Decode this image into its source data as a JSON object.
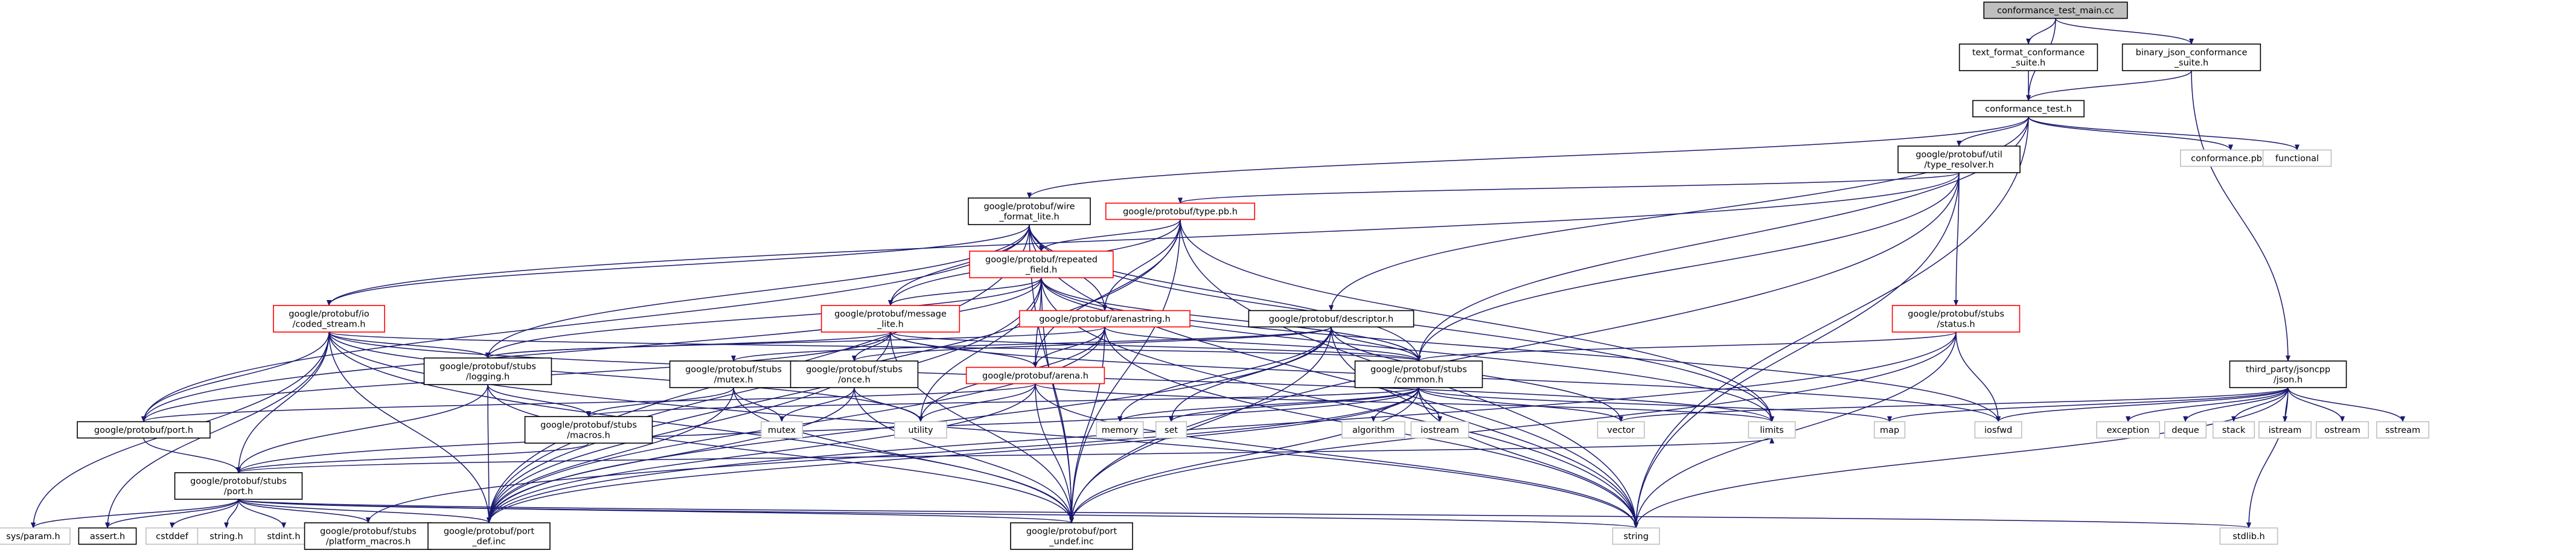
{
  "colors": {
    "edge": "#191970",
    "edge_light": "#a0a0a0",
    "box": "#000000",
    "box_red": "#ff0000",
    "box_light": "#bfbfbf",
    "root_fill": "#bfbfbf",
    "node_fill": "#ffffff"
  },
  "nodes": [
    {
      "id": "root",
      "lines": [
        "conformance_test_main.cc"
      ],
      "style": "root"
    },
    {
      "id": "textfmt",
      "lines": [
        "text_format_conformance",
        "_suite.h"
      ],
      "style": "normal"
    },
    {
      "id": "binjson",
      "lines": [
        "binary_json_conformance",
        "_suite.h"
      ],
      "style": "normal"
    },
    {
      "id": "conftest",
      "lines": [
        "conformance_test.h"
      ],
      "style": "normal"
    },
    {
      "id": "confpb",
      "lines": [
        "conformance.pb.h"
      ],
      "style": "light"
    },
    {
      "id": "functional",
      "lines": [
        "functional"
      ],
      "style": "light"
    },
    {
      "id": "typeres",
      "lines": [
        "google/protobuf/util",
        "/type_resolver.h"
      ],
      "style": "normal"
    },
    {
      "id": "wire",
      "lines": [
        "google/protobuf/wire",
        "_format_lite.h"
      ],
      "style": "normal"
    },
    {
      "id": "typepb",
      "lines": [
        "google/protobuf/type.pb.h"
      ],
      "style": "red"
    },
    {
      "id": "repeated",
      "lines": [
        "google/protobuf/repeated",
        "_field.h"
      ],
      "style": "red"
    },
    {
      "id": "coded",
      "lines": [
        "google/protobuf/io",
        "/coded_stream.h"
      ],
      "style": "red"
    },
    {
      "id": "msglite",
      "lines": [
        "google/protobuf/message",
        "_lite.h"
      ],
      "style": "red"
    },
    {
      "id": "arenastr",
      "lines": [
        "google/protobuf/arenastring.h"
      ],
      "style": "red"
    },
    {
      "id": "descriptor",
      "lines": [
        "google/protobuf/descriptor.h"
      ],
      "style": "normal"
    },
    {
      "id": "status",
      "lines": [
        "google/protobuf/stubs",
        "/status.h"
      ],
      "style": "red"
    },
    {
      "id": "jsoncpp",
      "lines": [
        "third_party/jsoncpp",
        "/json.h"
      ],
      "style": "normal"
    },
    {
      "id": "logging",
      "lines": [
        "google/protobuf/stubs",
        "/logging.h"
      ],
      "style": "normal"
    },
    {
      "id": "mutexh",
      "lines": [
        "google/protobuf/stubs",
        "/mutex.h"
      ],
      "style": "normal"
    },
    {
      "id": "onceh",
      "lines": [
        "google/protobuf/stubs",
        "/once.h"
      ],
      "style": "normal"
    },
    {
      "id": "arenah",
      "lines": [
        "google/protobuf/arena.h"
      ],
      "style": "red"
    },
    {
      "id": "common",
      "lines": [
        "google/protobuf/stubs",
        "/common.h"
      ],
      "style": "normal"
    },
    {
      "id": "portpb",
      "lines": [
        "google/protobuf/port.h"
      ],
      "style": "normal"
    },
    {
      "id": "macros",
      "lines": [
        "google/protobuf/stubs",
        "/macros.h"
      ],
      "style": "normal"
    },
    {
      "id": "mutex",
      "lines": [
        "mutex"
      ],
      "style": "light"
    },
    {
      "id": "utility",
      "lines": [
        "utility"
      ],
      "style": "light"
    },
    {
      "id": "memory",
      "lines": [
        "memory"
      ],
      "style": "light"
    },
    {
      "id": "set",
      "lines": [
        "set"
      ],
      "style": "light"
    },
    {
      "id": "algorithm",
      "lines": [
        "algorithm"
      ],
      "style": "light"
    },
    {
      "id": "iostream",
      "lines": [
        "iostream"
      ],
      "style": "light"
    },
    {
      "id": "vector",
      "lines": [
        "vector"
      ],
      "style": "light"
    },
    {
      "id": "limits",
      "lines": [
        "limits"
      ],
      "style": "light"
    },
    {
      "id": "map",
      "lines": [
        "map"
      ],
      "style": "light"
    },
    {
      "id": "iosfwd",
      "lines": [
        "iosfwd"
      ],
      "style": "light"
    },
    {
      "id": "exception",
      "lines": [
        "exception"
      ],
      "style": "light"
    },
    {
      "id": "deque",
      "lines": [
        "deque"
      ],
      "style": "light"
    },
    {
      "id": "stack",
      "lines": [
        "stack"
      ],
      "style": "light"
    },
    {
      "id": "istream",
      "lines": [
        "istream"
      ],
      "style": "light"
    },
    {
      "id": "ostream",
      "lines": [
        "ostream"
      ],
      "style": "light"
    },
    {
      "id": "sstream",
      "lines": [
        "sstream"
      ],
      "style": "light"
    },
    {
      "id": "stubsport",
      "lines": [
        "google/protobuf/stubs",
        "/port.h"
      ],
      "style": "normal"
    },
    {
      "id": "sysparam",
      "lines": [
        "sys/param.h"
      ],
      "style": "light"
    },
    {
      "id": "asserth",
      "lines": [
        "assert.h"
      ],
      "style": "normal"
    },
    {
      "id": "cstddef",
      "lines": [
        "cstddef"
      ],
      "style": "light"
    },
    {
      "id": "stringh",
      "lines": [
        "string.h"
      ],
      "style": "light"
    },
    {
      "id": "stdinth",
      "lines": [
        "stdint.h"
      ],
      "style": "light"
    },
    {
      "id": "platform",
      "lines": [
        "google/protobuf/stubs",
        "/platform_macros.h"
      ],
      "style": "normal"
    },
    {
      "id": "portdef",
      "lines": [
        "google/protobuf/port",
        "_def.inc"
      ],
      "style": "normal"
    },
    {
      "id": "portundef",
      "lines": [
        "google/protobuf/port",
        "_undef.inc"
      ],
      "style": "normal"
    },
    {
      "id": "string",
      "lines": [
        "string"
      ],
      "style": "light"
    },
    {
      "id": "stdlibh",
      "lines": [
        "stdlib.h"
      ],
      "style": "light"
    }
  ],
  "edges": [
    [
      "root",
      "textfmt"
    ],
    [
      "root",
      "binjson"
    ],
    [
      "root",
      "conftest"
    ],
    [
      "textfmt",
      "conftest"
    ],
    [
      "binjson",
      "conftest"
    ],
    [
      "binjson",
      "jsoncpp"
    ],
    [
      "conftest",
      "confpb"
    ],
    [
      "conftest",
      "functional"
    ],
    [
      "conftest",
      "typeres"
    ],
    [
      "conftest",
      "wire"
    ],
    [
      "conftest",
      "descriptor"
    ],
    [
      "conftest",
      "common"
    ],
    [
      "conftest",
      "string"
    ],
    [
      "typeres",
      "typepb"
    ],
    [
      "typeres",
      "status"
    ],
    [
      "typeres",
      "common"
    ],
    [
      "typeres",
      "coded"
    ],
    [
      "typeres",
      "portundef"
    ],
    [
      "typeres",
      "string"
    ],
    [
      "wire",
      "repeated"
    ],
    [
      "wire",
      "coded"
    ],
    [
      "wire",
      "msglite"
    ],
    [
      "wire",
      "arenastr"
    ],
    [
      "wire",
      "common"
    ],
    [
      "wire",
      "logging"
    ],
    [
      "wire",
      "portpb"
    ],
    [
      "wire",
      "portdef"
    ],
    [
      "wire",
      "portundef"
    ],
    [
      "wire",
      "limits"
    ],
    [
      "wire",
      "string"
    ],
    [
      "typepb",
      "repeated"
    ],
    [
      "typepb",
      "arenastr"
    ],
    [
      "typepb",
      "msglite"
    ],
    [
      "typepb",
      "arenah"
    ],
    [
      "typepb",
      "limits"
    ],
    [
      "typepb",
      "string"
    ],
    [
      "typepb",
      "portdef"
    ],
    [
      "typepb",
      "portundef"
    ],
    [
      "repeated",
      "msglite"
    ],
    [
      "repeated",
      "arenah"
    ],
    [
      "repeated",
      "common"
    ],
    [
      "repeated",
      "logging"
    ],
    [
      "repeated",
      "portpb"
    ],
    [
      "repeated",
      "portdef"
    ],
    [
      "repeated",
      "portundef"
    ],
    [
      "repeated",
      "utility"
    ],
    [
      "repeated",
      "limits"
    ],
    [
      "repeated",
      "string"
    ],
    [
      "repeated",
      "iosfwd"
    ],
    [
      "coded",
      "common"
    ],
    [
      "coded",
      "logging"
    ],
    [
      "coded",
      "stubsport"
    ],
    [
      "coded",
      "portpb"
    ],
    [
      "coded",
      "portdef"
    ],
    [
      "coded",
      "portundef"
    ],
    [
      "coded",
      "sysparam"
    ],
    [
      "coded",
      "asserth"
    ],
    [
      "coded",
      "utility"
    ],
    [
      "coded",
      "string"
    ],
    [
      "coded",
      "limits"
    ],
    [
      "msglite",
      "onceh"
    ],
    [
      "msglite",
      "arenah"
    ],
    [
      "msglite",
      "common"
    ],
    [
      "msglite",
      "logging"
    ],
    [
      "msglite",
      "portpb"
    ],
    [
      "msglite",
      "portdef"
    ],
    [
      "msglite",
      "portundef"
    ],
    [
      "msglite",
      "iosfwd"
    ],
    [
      "arenastr",
      "arenah"
    ],
    [
      "arenastr",
      "common"
    ],
    [
      "arenastr",
      "logging"
    ],
    [
      "arenastr",
      "portdef"
    ],
    [
      "arenastr",
      "portundef"
    ],
    [
      "arenastr",
      "string"
    ],
    [
      "arenastr",
      "utility"
    ],
    [
      "descriptor",
      "mutexh"
    ],
    [
      "descriptor",
      "onceh"
    ],
    [
      "descriptor",
      "common"
    ],
    [
      "descriptor",
      "portdef"
    ],
    [
      "descriptor",
      "portundef"
    ],
    [
      "descriptor",
      "memory"
    ],
    [
      "descriptor",
      "set"
    ],
    [
      "descriptor",
      "string"
    ],
    [
      "descriptor",
      "vector"
    ],
    [
      "status",
      "common"
    ],
    [
      "status",
      "portdef"
    ],
    [
      "status",
      "portundef"
    ],
    [
      "status",
      "iosfwd"
    ],
    [
      "status",
      "string"
    ],
    [
      "jsoncpp",
      "vector"
    ],
    [
      "jsoncpp",
      "map"
    ],
    [
      "jsoncpp",
      "iosfwd"
    ],
    [
      "jsoncpp",
      "exception"
    ],
    [
      "jsoncpp",
      "deque"
    ],
    [
      "jsoncpp",
      "stack"
    ],
    [
      "jsoncpp",
      "istream"
    ],
    [
      "jsoncpp",
      "ostream"
    ],
    [
      "jsoncpp",
      "sstream"
    ],
    [
      "jsoncpp",
      "string"
    ],
    [
      "jsoncpp",
      "stdlibh"
    ],
    [
      "logging",
      "macros"
    ],
    [
      "logging",
      "stubsport"
    ],
    [
      "logging",
      "portdef"
    ],
    [
      "logging",
      "portundef"
    ],
    [
      "mutexh",
      "mutex"
    ],
    [
      "mutexh",
      "macros"
    ],
    [
      "mutexh",
      "portdef"
    ],
    [
      "mutexh",
      "portundef"
    ],
    [
      "onceh",
      "mutex"
    ],
    [
      "onceh",
      "utility"
    ],
    [
      "onceh",
      "portdef"
    ],
    [
      "onceh",
      "portundef"
    ],
    [
      "arenah",
      "utility"
    ],
    [
      "arenah",
      "limits"
    ],
    [
      "arenah",
      "portdef"
    ],
    [
      "arenah",
      "portundef"
    ],
    [
      "arenah",
      "portpb"
    ],
    [
      "arenah",
      "string"
    ],
    [
      "common",
      "algorithm"
    ],
    [
      "common",
      "iostream"
    ],
    [
      "common",
      "map"
    ],
    [
      "common",
      "memory"
    ],
    [
      "common",
      "set"
    ],
    [
      "common",
      "string"
    ],
    [
      "common",
      "vector"
    ],
    [
      "common",
      "macros"
    ],
    [
      "common",
      "platform"
    ],
    [
      "common",
      "stubsport"
    ],
    [
      "common",
      "portdef"
    ],
    [
      "common",
      "portundef"
    ],
    [
      "macros",
      "stubsport"
    ],
    [
      "portpb",
      "stubsport"
    ],
    [
      "stubsport",
      "asserth"
    ],
    [
      "stubsport",
      "cstddef"
    ],
    [
      "stubsport",
      "stringh"
    ],
    [
      "stubsport",
      "stdinth"
    ],
    [
      "stubsport",
      "stdlibh"
    ],
    [
      "stubsport",
      "platform"
    ],
    [
      "stubsport",
      "portdef"
    ],
    [
      "stubsport",
      "portundef"
    ],
    [
      "stubsport",
      "limits"
    ],
    [
      "stubsport",
      "string"
    ],
    [
      "stubsport",
      "sysparam"
    ]
  ]
}
